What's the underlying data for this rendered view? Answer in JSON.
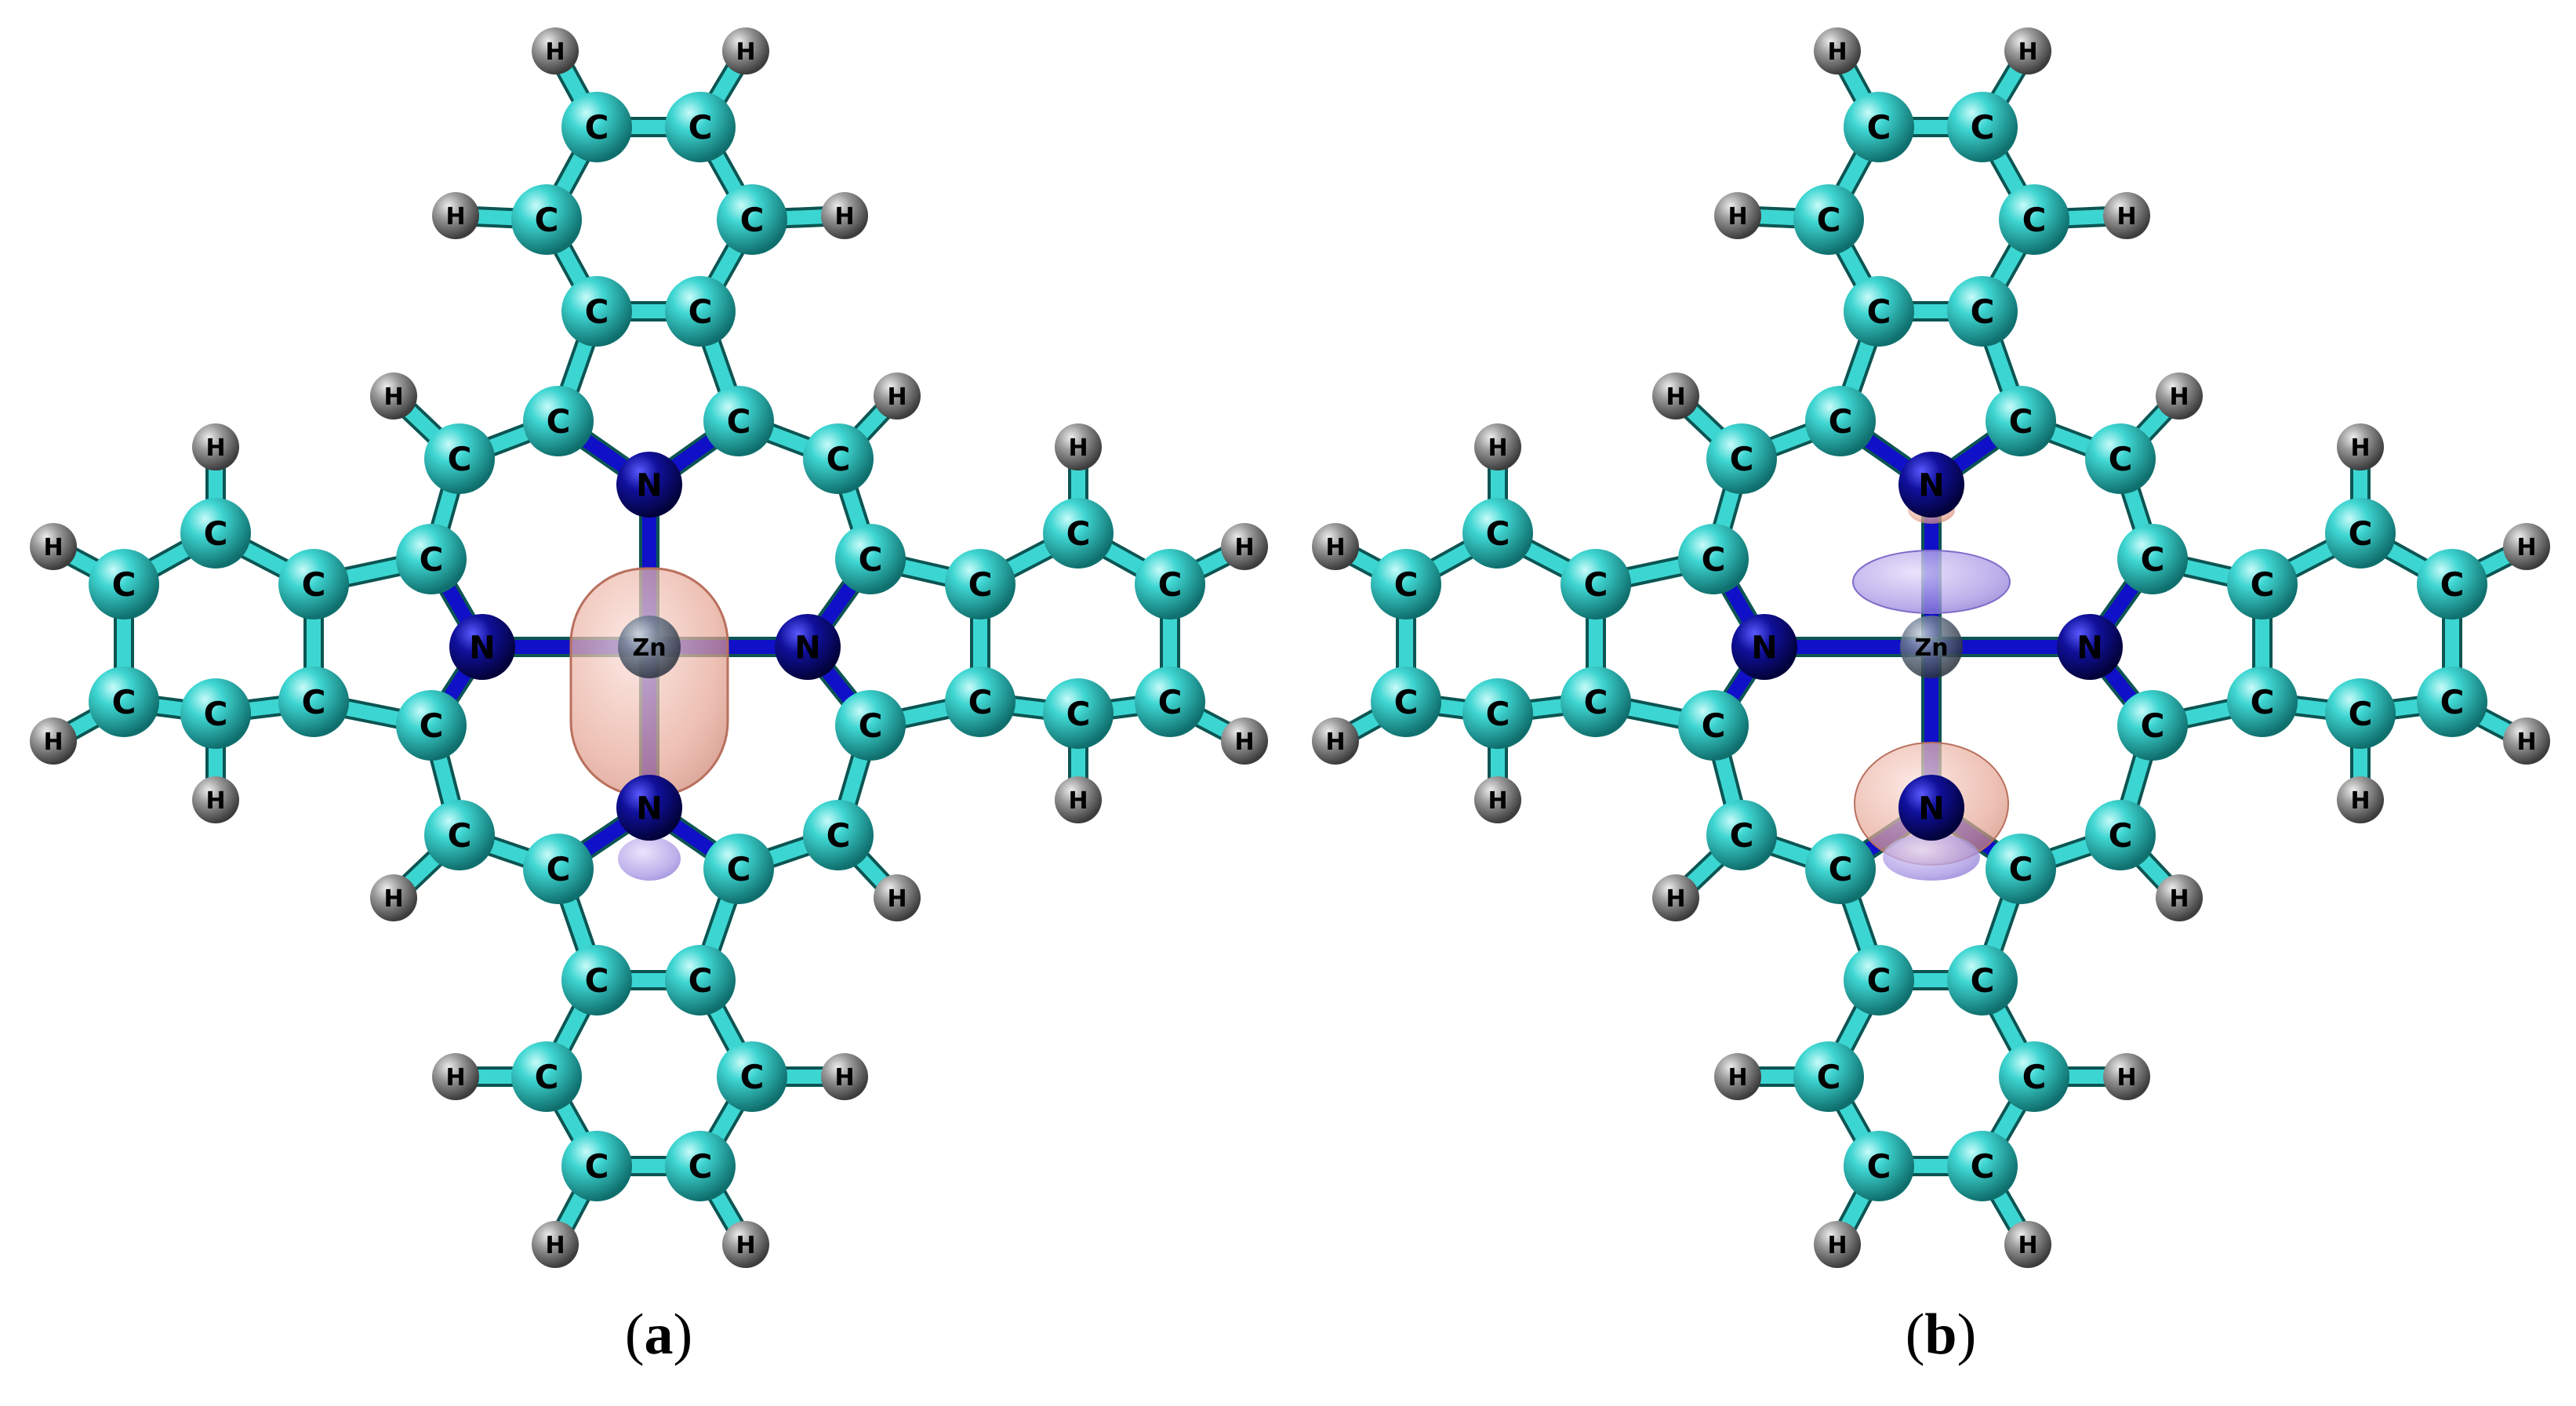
{
  "figure": {
    "panels": [
      {
        "id": "a",
        "caption_open": "(",
        "caption_letter": "a",
        "caption_close": ")",
        "orbital": "dz2-like lobe along the vertical N–Zn–N axis"
      },
      {
        "id": "b",
        "caption_open": "(",
        "caption_letter": "b",
        "caption_close": ")",
        "orbital": "pz-like lobes above and below Zn"
      }
    ],
    "atom_labels": {
      "carbon": "C",
      "nitrogen": "N",
      "hydrogen": "H",
      "zinc": "Zn"
    },
    "colors": {
      "carbon": "#2ec7c4",
      "nitrogen": "#0a0a9c",
      "hydrogen": "#8a8a8a",
      "zinc": "#6c7a8c",
      "bond_c": "#3cd6d2",
      "bond_n": "#1010c8",
      "isosurface_positive": "#e8a090",
      "isosurface_negative": "#a090e0"
    }
  }
}
